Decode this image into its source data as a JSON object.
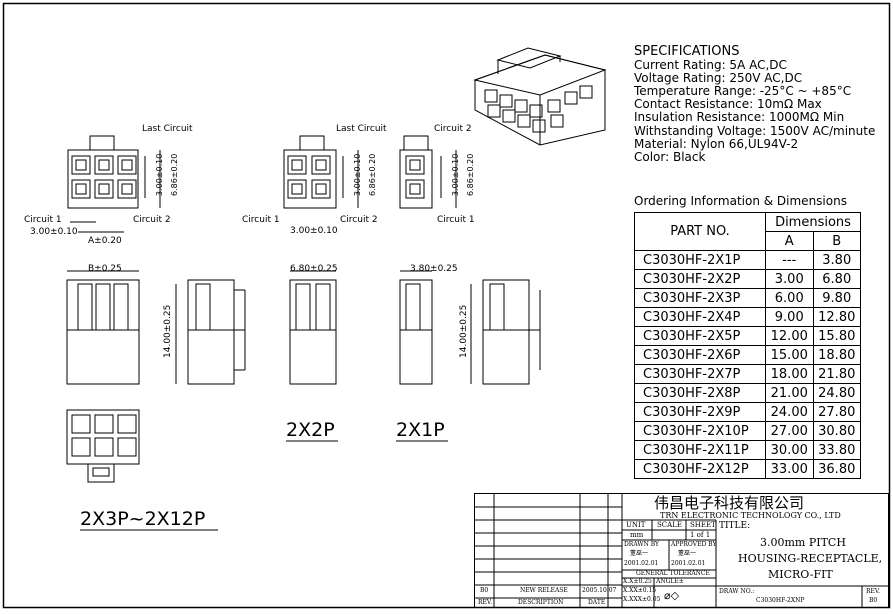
{
  "specs": {
    "heading": "SPECIFICATIONS",
    "lines": [
      "Current Rating: 5A AC,DC",
      "Voltage Rating: 250V AC,DC",
      "Temperature Range: -25°C ~ +85°C",
      "Contact Resistance: 10mΩ Max",
      "Insulation Resistance: 1000MΩ Min",
      "Withstanding Voltage: 1500V AC/minute",
      "Material: Nylon 66,UL94V-2",
      "Color: Black"
    ]
  },
  "ordering": {
    "title": "Ordering Information & Dimensions",
    "col_part": "PART NO.",
    "col_dims": "Dimensions",
    "col_a": "A",
    "col_b": "B",
    "rows": [
      [
        "C3030HF-2X1P",
        "---",
        "3.80"
      ],
      [
        "C3030HF-2X2P",
        "3.00",
        "6.80"
      ],
      [
        "C3030HF-2X3P",
        "6.00",
        "9.80"
      ],
      [
        "C3030HF-2X4P",
        "9.00",
        "12.80"
      ],
      [
        "C3030HF-2X5P",
        "12.00",
        "15.80"
      ],
      [
        "C3030HF-2X6P",
        "15.00",
        "18.80"
      ],
      [
        "C3030HF-2X7P",
        "18.00",
        "21.80"
      ],
      [
        "C3030HF-2X8P",
        "21.00",
        "24.80"
      ],
      [
        "C3030HF-2X9P",
        "24.00",
        "27.80"
      ],
      [
        "C3030HF-2X10P",
        "27.00",
        "30.80"
      ],
      [
        "C3030HF-2X11P",
        "30.00",
        "33.80"
      ],
      [
        "C3030HF-2X12P",
        "33.00",
        "36.80"
      ]
    ]
  },
  "drawing": {
    "last_circuit": "Last Circuit",
    "circuit_1": "Circuit 1",
    "circuit_2": "Circuit 2",
    "pitch": "3.00±0.10",
    "a_dim": "A±0.20",
    "b_dim": "B±0.25",
    "height_3": "3.00±0.10",
    "height_686": "6.86±0.20",
    "width_680": "6.80±0.25",
    "width_380": "3.80±0.25",
    "len_14": "14.00±0.25",
    "label_2x2p": "2X2P",
    "label_2x1p": "2X1P",
    "label_2x3p": "2X3P~2X12P"
  },
  "titleblock": {
    "company_cn": "伟昌电子科技有限公司",
    "company_en": "TRN ELECTRONIC TECHNOLOGY CO., LTD",
    "unit_label": "UNIT",
    "scale_label": "SCALE",
    "sheet_label": "SHEET",
    "unit_value": "mm",
    "sheet_value": "1 of 1",
    "title_label": "TITLE:",
    "title_line1": "3.00mm PITCH",
    "title_line2": "HOUSING-RECEPTACLE,",
    "title_line3": "MICRO-FIT",
    "drawn_by": "DRAWN BY",
    "approved_by": "APPROVED BY",
    "drawn_name": "董巫一",
    "approved_name": "董巫一",
    "drawn_date": "2001.02.01",
    "approved_date": "2001.02.01",
    "general_tol": "GENERAL TOLERANCE",
    "tol1": "X.X±0.25",
    "tol2": "X.XX±0.15",
    "tol3": "X.XXX±0.05",
    "angle": "ANGLE±",
    "draw_no_label": "DRAW NO.:",
    "draw_no": "C3030HF-2XNP",
    "rev_label": "REV.",
    "rev_value": "B0",
    "rev_row_rev": "B0",
    "rev_row_desc": "NEW RELEASE",
    "rev_row_date": "2005.10.07",
    "hdr_rev": "REV.",
    "hdr_desc": "DESCRIPTION",
    "hdr_date": "DATE"
  }
}
